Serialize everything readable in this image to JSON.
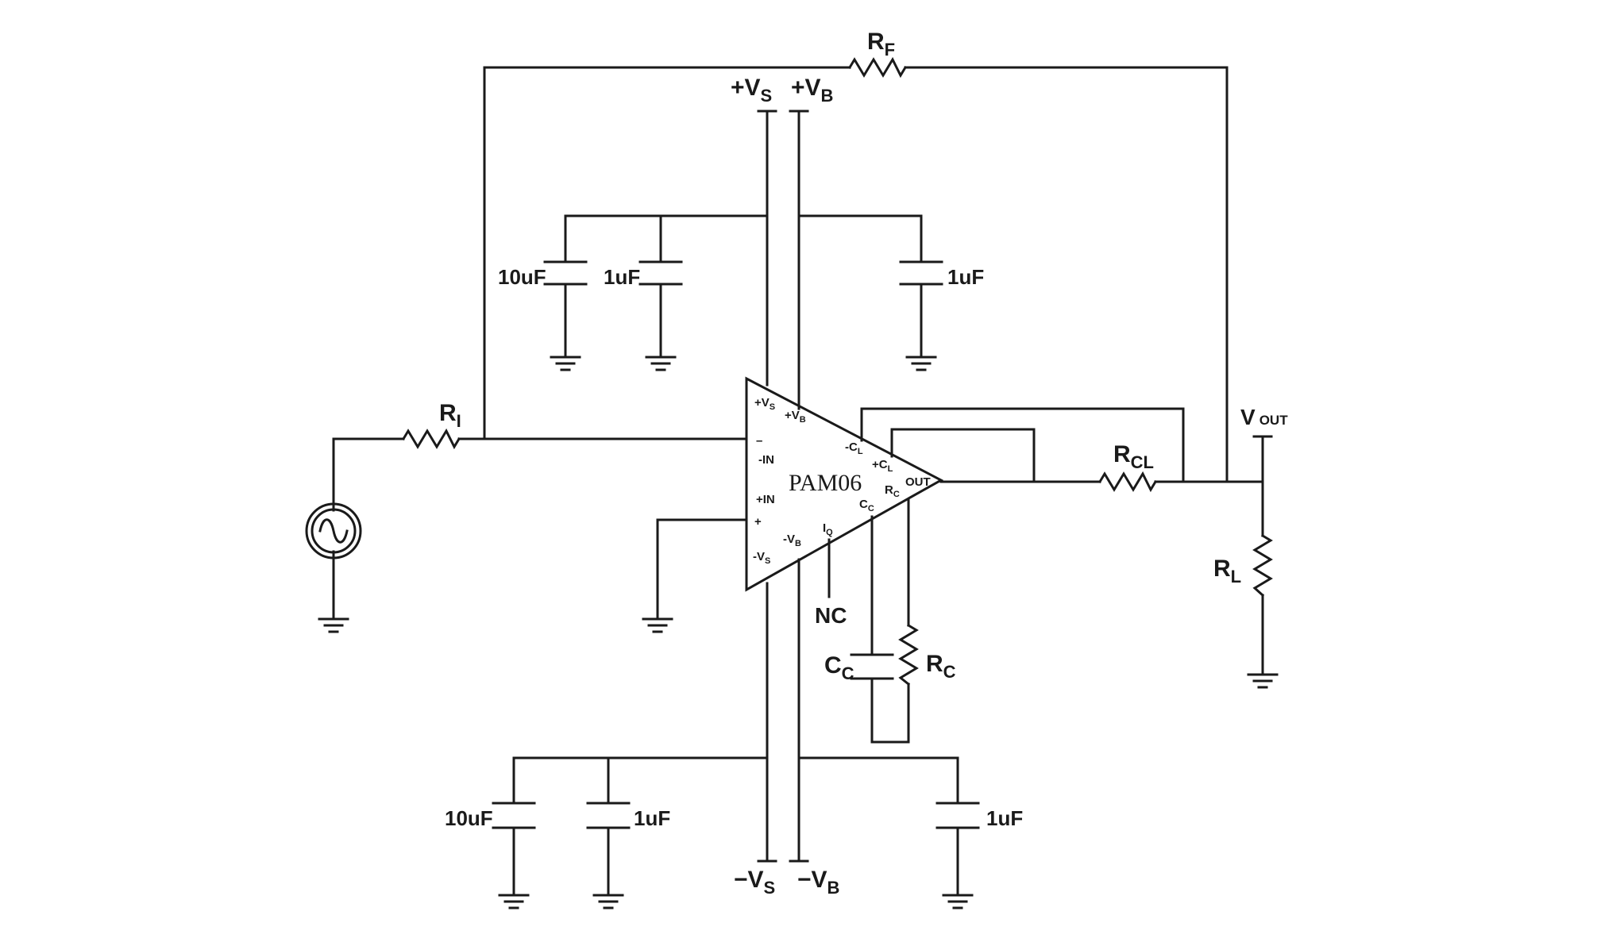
{
  "schematic": {
    "opamp": {
      "part": "PAM06",
      "pins": {
        "pos_vs": {
          "main": "+V",
          "sub": "S"
        },
        "pos_vb": {
          "main": "+V",
          "sub": "B"
        },
        "minus_sign": "–",
        "minus_in": "-IN",
        "plus_in": "+IN",
        "plus_sign": "+",
        "neg_vb": {
          "main": "-V",
          "sub": "B"
        },
        "neg_vs": {
          "main": "-V",
          "sub": "S"
        },
        "iq": {
          "main": "I",
          "sub": "Q"
        },
        "minus_cl": {
          "main": "-C",
          "sub": "L"
        },
        "plus_cl": {
          "main": "+C",
          "sub": "L"
        },
        "rc": {
          "main": "R",
          "sub": "C"
        },
        "cc": {
          "main": "C",
          "sub": "C"
        },
        "out": "OUT"
      }
    },
    "labels": {
      "rf": {
        "main": "R",
        "sub": "F"
      },
      "ri": {
        "main": "R",
        "sub": "I"
      },
      "rcl": {
        "main": "R",
        "sub": "CL"
      },
      "rl": {
        "main": "R",
        "sub": "L"
      },
      "rc": {
        "main": "R",
        "sub": "C"
      },
      "cc": {
        "main": "C",
        "sub": "C"
      },
      "vout": {
        "main": "V",
        "sub": "OUT"
      },
      "pos_vs": {
        "main": "+V",
        "sub": "S"
      },
      "pos_vb": {
        "main": "+V",
        "sub": "B"
      },
      "neg_vs": {
        "main": "−V",
        "sub": "S"
      },
      "neg_vb": {
        "main": "−V",
        "sub": "B"
      },
      "nc": "NC"
    },
    "capacitors": {
      "top_left_big": "10uF",
      "top_left_small": "1uF",
      "top_right": "1uF",
      "bottom_left_big": "10uF",
      "bottom_left_small": "1uF",
      "bottom_right": "1uF"
    }
  }
}
